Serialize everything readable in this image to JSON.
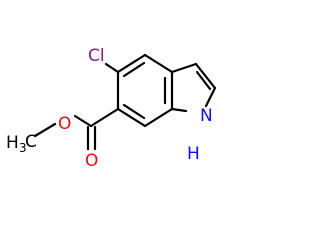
{
  "molecule": {
    "labels": {
      "chlorine": "Cl",
      "carbonyl_oxygen": "O",
      "ester_oxygen": "O",
      "methyl_main": "H",
      "methyl_sub": "3",
      "methyl_carbon": "C",
      "nitrogen": "N",
      "nitrogen_h": "H"
    },
    "colors": {
      "bond": "#000000",
      "chlorine": "#8a1a87",
      "oxygen": "#e01010",
      "nitrogen": "#1010e0",
      "carbon": "#000000"
    }
  }
}
